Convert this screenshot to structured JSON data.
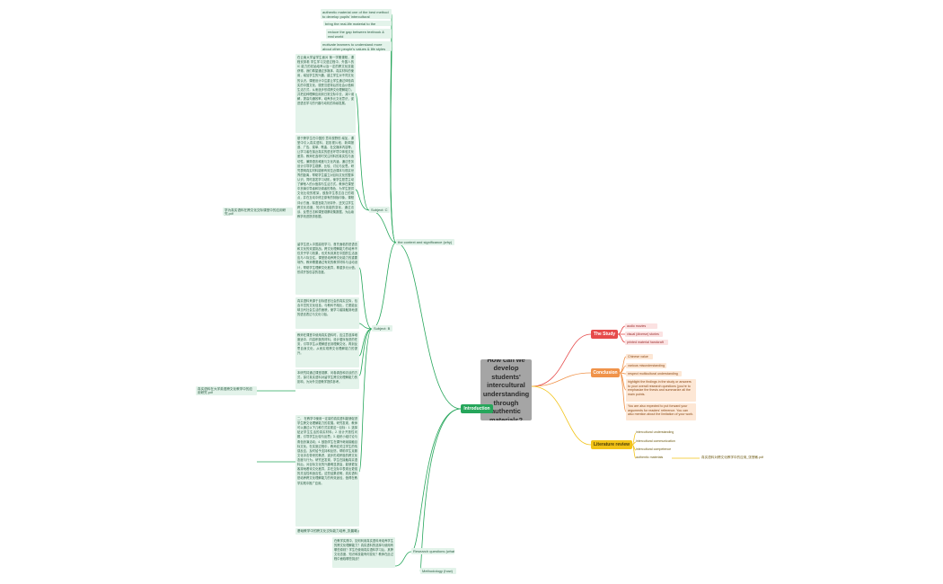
{
  "colors": {
    "green": "#26a65b",
    "red": "#e64b4b",
    "orange": "#f0934a",
    "yellow": "#f2c318",
    "centre": "#a5a5a5"
  },
  "root": {
    "title": "How can we develop students' intercultural understanding through authentic materials?"
  },
  "introduction": {
    "label": "Introduction",
    "top_leaves": [
      "authentic material one of the best method to develop pupils' intercultural understanding",
      "bring the real-life material to the classroom",
      "reduce the gap between textbook & real world",
      "motivate learners to understand more about other people's values & life styles"
    ],
    "context_label": "the context and significance (why)",
    "subject_c_label": "Subject: C",
    "subject_c_para_1": "在云南大学留学生面对 第一学期课程，课程安排着 学生学习汉语过程中，外国人的 IC 能力的初始培养以及一定的跨文化技能获得。我们希望通过多媒体、真实材料的使用，增加学生的兴趣，建立学生对不同文化的认识。课程设计中注重让学生通过体验真实的中国文化，感受汉语背后的社会价值和生活方式，从而逐步形成跨文化理解能力，并把这种理解应用到日常交际中去，减少误解，提高沟通效率，培养多元文化意识，促进语言学习的兴趣与动机的持续发展。",
    "subject_c_para_2": "基于跨学生在中国的 意向视野的 增加，课堂中引入真实语料，如影视片段、新闻报道、广告、菜单、歌曲、社交媒体内容等，让学习者在接近真实的语言环境中体验文化差异。教师在选材时关注材料的真实性与适切性，兼顾语言难度与文化内涵，通过任务设计引导学生观察、比较、讨论与反思。研究表明真实材料能够有效拉近课本与现实世界的距离，帮助学生建立对目标文化的整体认识，同时激发学习动机，使学生愿意主动了解他人的价值观与生活方式。教师在课堂中扮演引导者和协调者的角色，为学生提供文化比较的框架，鼓励学生表达自己的观点，并在互动中修正原有的刻板印象。课程评价方面，除语言能力测评外，还关注学生跨文化态度、知识与技能的变化，通过访谈、反思日志和课堂观察收集数据，为后续教学改进提供依据。",
    "subject_c_file": "学为真实语料在跨文化交际课堂中的应用研究.pdf",
    "subject_b_label": "Subject: B",
    "subject_b_para_1": "留学生进入中国高校学习，首先面临的是语言和文化的双重挑战。跨文化理解能力的培养不仅关乎学习效果，也关系到其在中国的生活适应与人际交往。课堂是培养跨文化能力的重要场所，教师需要通过有效的教学材料与活动设计，帮助学生理解文化差异，尊重多元价值，形成开放包容的态度。",
    "subject_b_para_2": "真实语料来源于目标语言社会的真实交际，包含丰富的文化信息。与教科书相比，它更能反映当代社会生活的面貌，使学习者接触到地道的语言表达与文化习俗。",
    "subject_b_para_3": "教师在课堂中使用真实语料时，应注意选择难度适中、内容积极的材料，设计循序渐进的任务，引导学生从理解语言到理解文化，再到反思自身文化，从而实现跨文化理解能力的提升。",
    "subject_b_para_4": "本研究将通过课堂观察、问卷调查和访谈的方式，探讨真实语料对留学生跨文化理解能力的影响，为对外汉语教学提供参考。",
    "subject_b_file": "真实语料在大学英语跨文化教学中的应用研究.pdf",
    "subject_b_para_5": "二、 在教学中使用一定量的真实语料能够促进学生跨文化理解能力的发展。研究发现，教师可以通过以下几种方式实现这一目标：1. 选择贴近学生生活的真实材料；2. 设计开放性问题，引导学生比较与反思；3. 组织小组讨论与角色扮演活动；4. 鼓励学生在课外继续接触目标文化。在实施过程中，教师应关注学生的情感反应，及时给予支持和反馈，帮助学生克服文化冲击带来的焦虑，逐步形成积极的跨文化态度与行为。研究还发现，学生在接触真实语料后，对目标文化的兴趣明显提高，能够更加客观地看待文化差异，并在交际中表现出更强的灵活性和适应性。这些结果说明，真实语料是培养跨文化理解能力的有效途径，值得在教学实践中推广应用。",
    "subject_b_file_2": "基础教学中的跨文化交际能力培养_张晨曦.pdf",
    "research_label": "Research questions (what)",
    "research_para": "在教学实践中，如何利用真实语料来培养学生的跨文化理解能力？真实语料的选择与使用有哪些原则？学生在使用真实语料学习后，其跨文化态度、知识和技能有何变化？教师在此过程中面临哪些挑战？",
    "method_label": "Methodology (how)"
  },
  "study": {
    "label": "The Study",
    "items": [
      "audio movies",
      "visual (diverse) stories",
      "printed material handcraft"
    ]
  },
  "conclusion": {
    "label": "Conclusion",
    "items": [
      "Chinese value",
      "various misunderstanding",
      "respect multicultural understanding",
      "highlight the findings in the study or answers to your overall research questions (you're to emphasize the thesis and summarize all the main points.",
      "You are also expected to put forward your arguments for readers' reference. You can also mention about the limitation of your work."
    ]
  },
  "literature": {
    "label": "Literature review",
    "items": [
      "intercultural understanding",
      "intercultural communication",
      "intercultural competence",
      "authentic materials"
    ],
    "file": "真实语料对跨文化教学中的应用_张慧敏.pdf"
  }
}
